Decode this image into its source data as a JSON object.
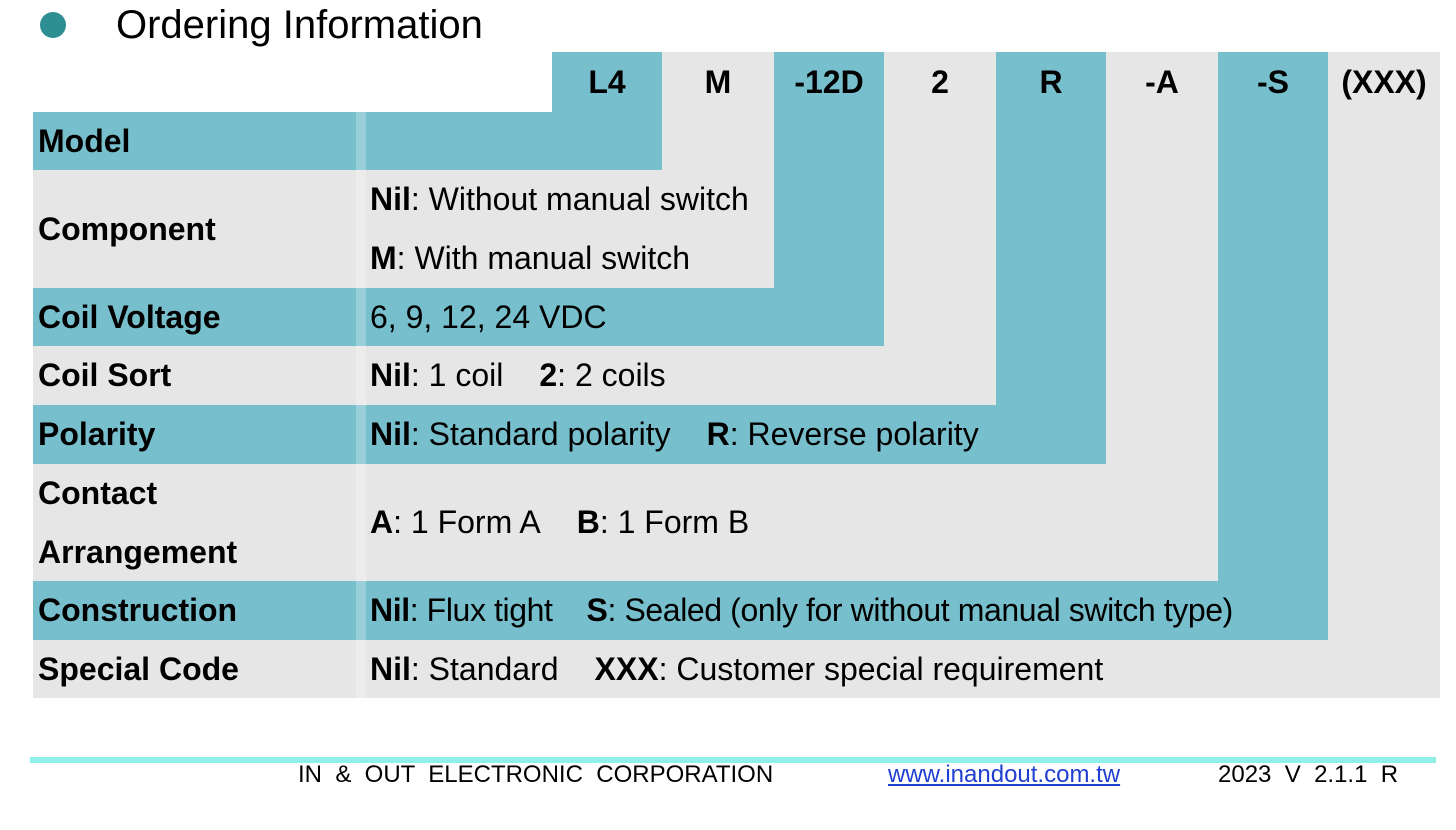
{
  "title": "Ordering Information",
  "code_parts": [
    "L4",
    "M",
    "-12D",
    "2",
    "R",
    "-A",
    "-S",
    "(XXX)"
  ],
  "rows": [
    {
      "label": "Model"
    },
    {
      "label": "Component",
      "line1_code": "Nil",
      "line1_text": ": Without manual switch",
      "line2_code": "M",
      "line2_text": ": With manual switch"
    },
    {
      "label": "Coil Voltage",
      "text": "6, 9, 12, 24 VDC"
    },
    {
      "label": "Coil Sort",
      "opt1_code": "Nil",
      "opt1_text": ": 1 coil",
      "opt2_code": "2",
      "opt2_text": ": 2 coils"
    },
    {
      "label": "Polarity",
      "opt1_code": "Nil",
      "opt1_text": ": Standard polarity",
      "opt2_code": "R",
      "opt2_text": ": Reverse polarity"
    },
    {
      "label_line1": "Contact",
      "label_line2": "Arrangement",
      "opt1_code": "A",
      "opt1_text": ": 1 Form A",
      "opt2_code": "B",
      "opt2_text": ": 1 Form B"
    },
    {
      "label": "Construction",
      "opt1_code": "Nil",
      "opt1_text": ": Flux tight",
      "opt2_code": "S",
      "opt2_text": ": Sealed (only for without manual switch type)"
    },
    {
      "label": "Special Code",
      "opt1_code": "Nil",
      "opt1_text": ": Standard",
      "opt2_code": "XXX",
      "opt2_text": ": Customer special requirement"
    }
  ],
  "footer": {
    "company": "IN  &  OUT  ELECTRONIC  CORPORATION",
    "website": "www.inandout.com.tw",
    "version": "2023  V  2.1.1  R"
  },
  "colors": {
    "teal": "#77bfcc",
    "grey": "#e6e6e6",
    "bullet": "#2e8f93",
    "footer_line": "#8ff0ea",
    "link": "#1f3fd1"
  }
}
